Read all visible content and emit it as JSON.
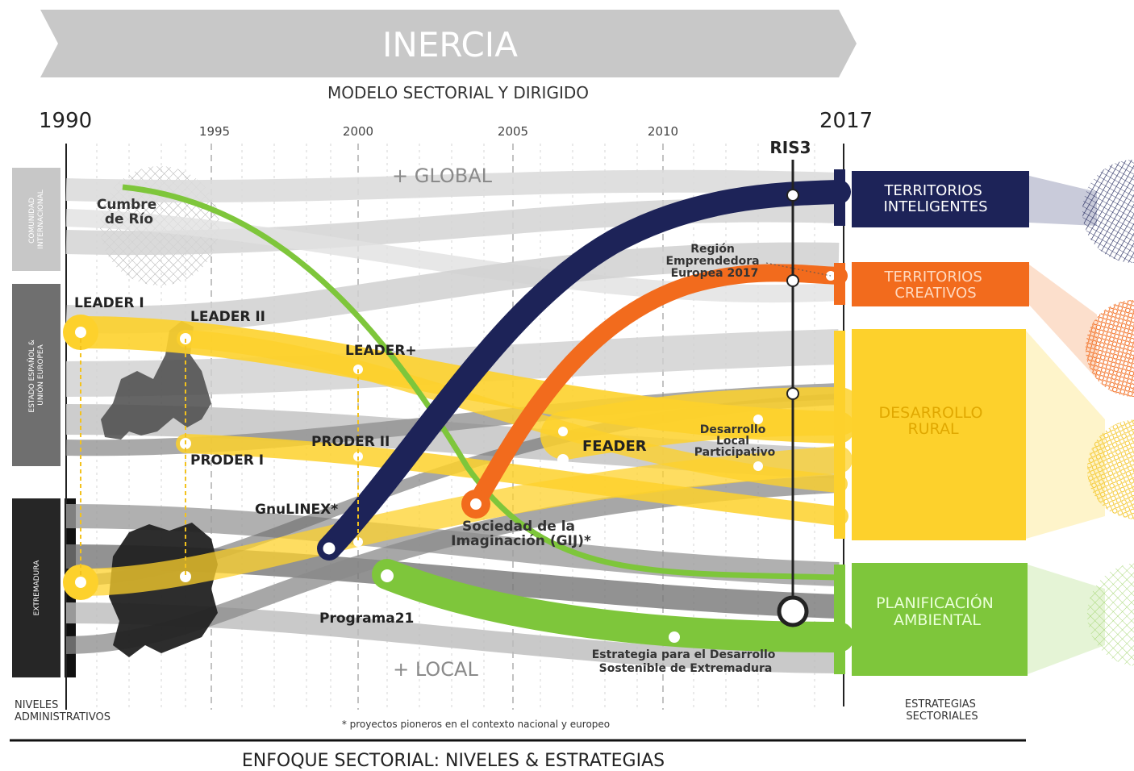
{
  "header": {
    "banner": "INERCIA",
    "subtitle": "MODELO SECTORIAL Y DIRIGIDO",
    "footer_title": "ENFOQUE SECTORIAL: NIVELES & ESTRATEGIAS",
    "footnote": "* proyectos pioneros en el contexto nacional y europeo"
  },
  "timeline": {
    "start_year": "1990",
    "end_year": "2017",
    "ticks": [
      "1995",
      "2000",
      "2005",
      "2010"
    ],
    "ris3": "RIS3",
    "global": "+ GLOBAL",
    "local": "+ LOCAL"
  },
  "levels": {
    "axis_label": [
      "NIVELES",
      "ADMINISTRATIVOS"
    ],
    "items": [
      {
        "lines": [
          "COMUNIDAD",
          "INTERNACIONAL"
        ],
        "color": "#c7c7c7"
      },
      {
        "lines": [
          "ESTADO ESPAÑOL &",
          "UNIÓN EUROPEA"
        ],
        "color": "#6f6f6f"
      },
      {
        "lines": [
          "EXTREMADURA"
        ],
        "color": "#262626"
      }
    ]
  },
  "strategies": {
    "axis_label": [
      "ESTRATEGIAS",
      "SECTORIALES"
    ],
    "items": [
      {
        "lines": [
          "TERRITORIOS",
          "INTELIGENTES"
        ],
        "color": "#1d2358"
      },
      {
        "lines": [
          "TERRITORIOS",
          "CREATIVOS"
        ],
        "color": "#f26b1d"
      },
      {
        "lines": [
          "DESARROLLO",
          "RURAL"
        ],
        "color": "#fdd12c"
      },
      {
        "lines": [
          "PLANIFICACIÓN",
          "AMBIENTAL"
        ],
        "color": "#7ec63b"
      }
    ]
  },
  "milestones": {
    "cumbre": [
      "Cumbre",
      "de Río"
    ],
    "leader1": "LEADER I",
    "leader2": "LEADER II",
    "leaderplus": "LEADER+",
    "proder1": "PRODER I",
    "proder2": "PRODER II",
    "gnulinex": "GnuLINEX*",
    "feader": "FEADER",
    "dlp": [
      "Desarrollo",
      "Local",
      "Participativo"
    ],
    "region": [
      "Región",
      "Emprendedora",
      "Europea 2017"
    ],
    "gij": [
      "Sociedad de la",
      "Imaginación (GIJ)*"
    ],
    "programa21": "Programa21",
    "estrategia": [
      "Estrategia para el Desarrollo",
      "Sostenible de Extremadura"
    ]
  },
  "colors": {
    "navy": "#1d2358",
    "orange": "#f26b1d",
    "yellow": "#fdd12c",
    "green": "#7ec63b",
    "grey_band": "#bdbdbd",
    "dark_band": "#555555"
  }
}
